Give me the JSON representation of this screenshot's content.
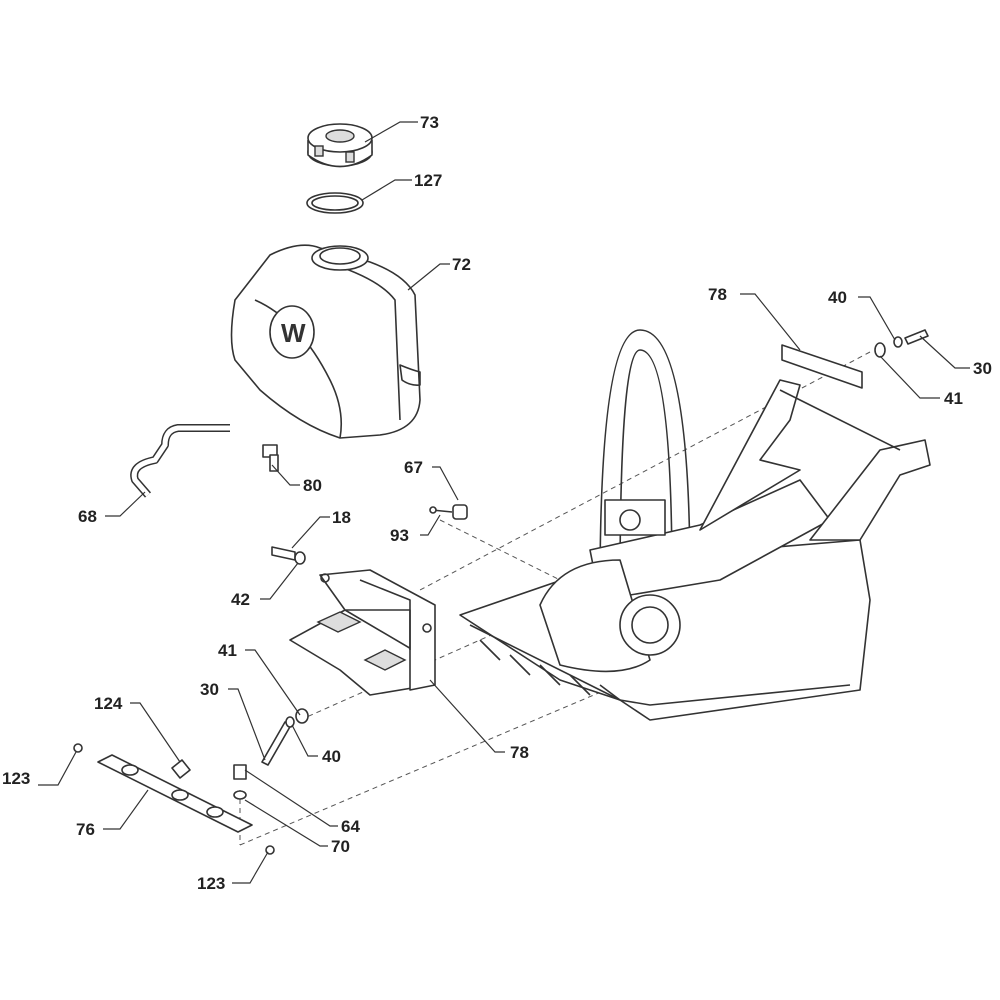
{
  "diagram": {
    "title": "Water tank and mounting parts exploded view",
    "logo_letter": "W",
    "callouts": [
      {
        "id": "73",
        "label": "73"
      },
      {
        "id": "127",
        "label": "127"
      },
      {
        "id": "72",
        "label": "72"
      },
      {
        "id": "78a",
        "label": "78"
      },
      {
        "id": "40a",
        "label": "40"
      },
      {
        "id": "30a",
        "label": "30"
      },
      {
        "id": "41a",
        "label": "41"
      },
      {
        "id": "80",
        "label": "80"
      },
      {
        "id": "68",
        "label": "68"
      },
      {
        "id": "67",
        "label": "67"
      },
      {
        "id": "93",
        "label": "93"
      },
      {
        "id": "18",
        "label": "18"
      },
      {
        "id": "42",
        "label": "42"
      },
      {
        "id": "41b",
        "label": "41"
      },
      {
        "id": "30b",
        "label": "30"
      },
      {
        "id": "124",
        "label": "124"
      },
      {
        "id": "40b",
        "label": "40"
      },
      {
        "id": "78b",
        "label": "78"
      },
      {
        "id": "123a",
        "label": "123"
      },
      {
        "id": "76",
        "label": "76"
      },
      {
        "id": "64",
        "label": "64"
      },
      {
        "id": "70",
        "label": "70"
      },
      {
        "id": "123b",
        "label": "123"
      }
    ]
  }
}
